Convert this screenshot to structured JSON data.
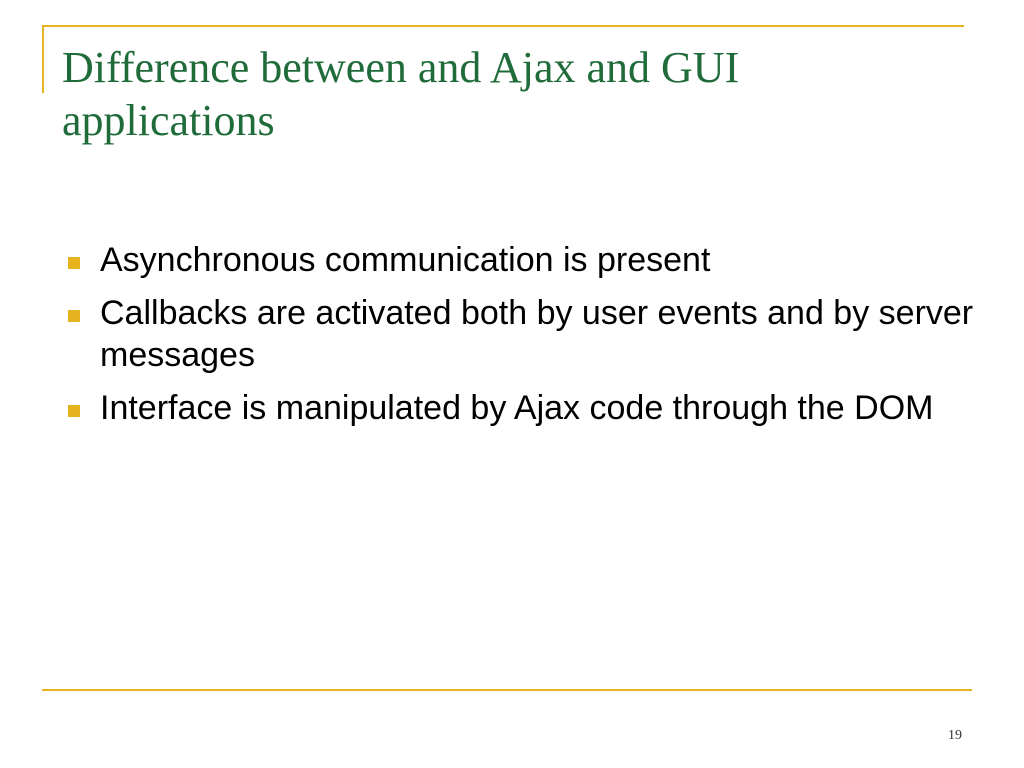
{
  "slide": {
    "title": "Difference between and Ajax and GUI applications",
    "bullets": [
      "Asynchronous communication is present",
      "Callbacks are activated both by user events and by server messages",
      "Interface is manipulated by Ajax code through the DOM"
    ],
    "page_number": "19"
  },
  "colors": {
    "accent": "#E6B31E",
    "title": "#1F6B3A",
    "text": "#000000"
  }
}
